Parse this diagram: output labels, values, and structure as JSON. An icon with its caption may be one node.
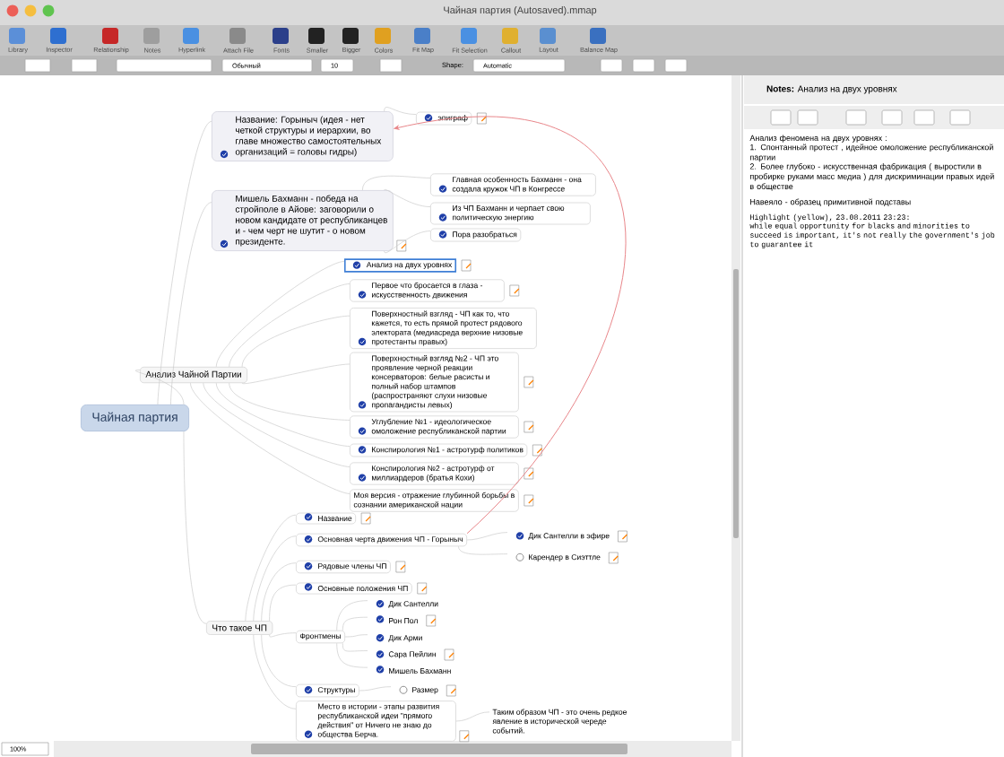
{
  "diagram": {
    "nodes": [
      {
        "text": [
          "Чайная партия"
        ]
      },
      {
        "text": [
          "Название: Горыныч (идея - нет четкой структуры и иерархии, во главе множество самостоятельных организаций = головы гидры)"
        ]
      },
      {
        "text": [
          "эпиграф"
        ]
      },
      {
        "text": [
          "Мишель Бахманн - победа на стройполе в Айове: заговорили о новом кандидате от республиканцев и - чем черт не шутит - о новом президенте."
        ]
      },
      {
        "text": [
          "Главная особенность Бахманн - она создала кружок ЧП в Конгрессе"
        ]
      },
      {
        "text": [
          "Из ЧП Бахманн и черпает свою политическую энергию"
        ]
      },
      {
        "text": [
          "Пора разобраться"
        ]
      },
      {
        "text": [
          "Анализ Чайной Партии"
        ]
      },
      {
        "text": [
          "Анализ на двух уровнях"
        ]
      },
      {
        "text": [
          "Первое что бросается в глаза - искусственность движения"
        ]
      },
      {
        "text": [
          "Поверхностный взгляд - ЧП как то, что кажется, то есть прямой протест рядового электората (медиасреда верхние низовые протестанты правых)"
        ]
      },
      {
        "text": [
          "Поверхностный взгляд №2 - ЧП это проявление черной реакции консерваторов: белые расисты и полный набор штампов (распространяют слухи низовые пропагандисты левых)"
        ]
      },
      {
        "text": [
          "Углубление №1 - идеологическое омоложение республиканской партии"
        ]
      },
      {
        "text": [
          "Конспирология №1 - астротурф политиков"
        ]
      },
      {
        "text": [
          "Конспирология №2 - астротурф от миллиардеров (братья Кохи)"
        ]
      },
      {
        "text": [
          "Моя версия - отражение глубинной борьбы в сознании американской нации"
        ]
      },
      {
        "text": [
          "Что такое ЧП"
        ]
      },
      {
        "text": [
          "Название"
        ]
      },
      {
        "text": [
          "Основная черта движения ЧП - Горыныч"
        ]
      },
      {
        "text": [
          "Дик Сантелли в эфире"
        ]
      },
      {
        "text": [
          "Карендер в Сиэттле"
        ]
      },
      {
        "text": [
          "Рядовые члены ЧП"
        ]
      },
      {
        "text": [
          "Основные положения ЧП"
        ]
      },
      {
        "text": [
          "Фронтмены"
        ]
      },
      {
        "text": [
          "Дик Сантелли"
        ]
      },
      {
        "text": [
          "Рон Пол"
        ]
      },
      {
        "text": [
          "Дик Арми"
        ]
      },
      {
        "text": [
          "Сара Пейлин"
        ]
      },
      {
        "text": [
          "Мишель Бахманн"
        ]
      },
      {
        "text": [
          "Структуры"
        ]
      },
      {
        "text": [
          "Размер"
        ]
      },
      {
        "text": [
          "Место в истории - этапы развития республиканской идеи \"прямого действия\" от Ничего не знаю до общества Берча."
        ]
      },
      {
        "text": [
          "Таким образом ЧП - это очень редкое явление в исторической череде событий."
        ]
      }
    ],
    "edges": [
      {
        "from": 0,
        "to": 1,
        "arrow": "none"
      },
      {
        "from": 0,
        "to": 3,
        "arrow": "none"
      },
      {
        "from": 0,
        "to": 7,
        "arrow": "none"
      },
      {
        "from": 0,
        "to": 16,
        "arrow": "none"
      },
      {
        "from": 1,
        "to": 2,
        "arrow": "none"
      },
      {
        "from": 3,
        "to": 4,
        "arrow": "none"
      },
      {
        "from": 3,
        "to": 5,
        "arrow": "none"
      },
      {
        "from": 3,
        "to": 6,
        "arrow": "none"
      },
      {
        "from": 7,
        "to": 8,
        "arrow": "none"
      },
      {
        "from": 7,
        "to": 9,
        "arrow": "none"
      },
      {
        "from": 7,
        "to": 10,
        "arrow": "none"
      },
      {
        "from": 7,
        "to": 11,
        "arrow": "none"
      },
      {
        "from": 7,
        "to": 12,
        "arrow": "none"
      },
      {
        "from": 7,
        "to": 13,
        "arrow": "none"
      },
      {
        "from": 7,
        "to": 14,
        "arrow": "none"
      },
      {
        "from": 7,
        "to": 15,
        "arrow": "none"
      },
      {
        "from": 16,
        "to": 17,
        "arrow": "none"
      },
      {
        "from": 16,
        "to": 18,
        "arrow": "none"
      },
      {
        "from": 16,
        "to": 21,
        "arrow": "none"
      },
      {
        "from": 16,
        "to": 22,
        "arrow": "none"
      },
      {
        "from": 16,
        "to": 23,
        "arrow": "none"
      },
      {
        "from": 16,
        "to": 29,
        "arrow": "none"
      },
      {
        "from": 16,
        "to": 31,
        "arrow": "none"
      },
      {
        "from": 18,
        "to": 19,
        "arrow": "none"
      },
      {
        "from": 18,
        "to": 20,
        "arrow": "none"
      },
      {
        "from": 23,
        "to": 24,
        "arrow": "none"
      },
      {
        "from": 23,
        "to": 25,
        "arrow": "none"
      },
      {
        "from": 23,
        "to": 26,
        "arrow": "none"
      },
      {
        "from": 23,
        "to": 27,
        "arrow": "none"
      },
      {
        "from": 23,
        "to": 28,
        "arrow": "none"
      },
      {
        "from": 29,
        "to": 30,
        "arrow": "none"
      },
      {
        "from": 31,
        "to": 32,
        "arrow": "none"
      },
      {
        "from": 18,
        "to": 1,
        "arrow": "to",
        "color": "#e8868a"
      }
    ],
    "labels": [
      "Чайная партия (Autosaved).mmap",
      "Library",
      "Inspector",
      "Relationship",
      "Notes",
      "Hyperlink",
      "Attach File",
      "Fonts",
      "Smaller",
      "Bigger",
      "Colors",
      "Fit Map",
      "Fit Selection",
      "Callout",
      "Layout",
      "Balance Map",
      "Обычный",
      "10",
      "Shape:",
      "Automatic",
      "**Notes:** Анализ на двух уровнях",
      "Анализ феномена на двух уровнях :",
      "1. Спонтанный протест , идейное омоложение республиканской партии",
      "2. Более глубоко - искусственная фабрикация ( выростили в пробирке руками масс медиа ) для дискриминации правых идей в обществе",
      "Навеяло - образец примитивной подставы",
      "Highlight (yellow), 23.08.2011 23:23:",
      "while equal opportunity for blacks and minorities to succeed is important, it's not really the government's job to guarantee it",
      "100%"
    ]
  }
}
